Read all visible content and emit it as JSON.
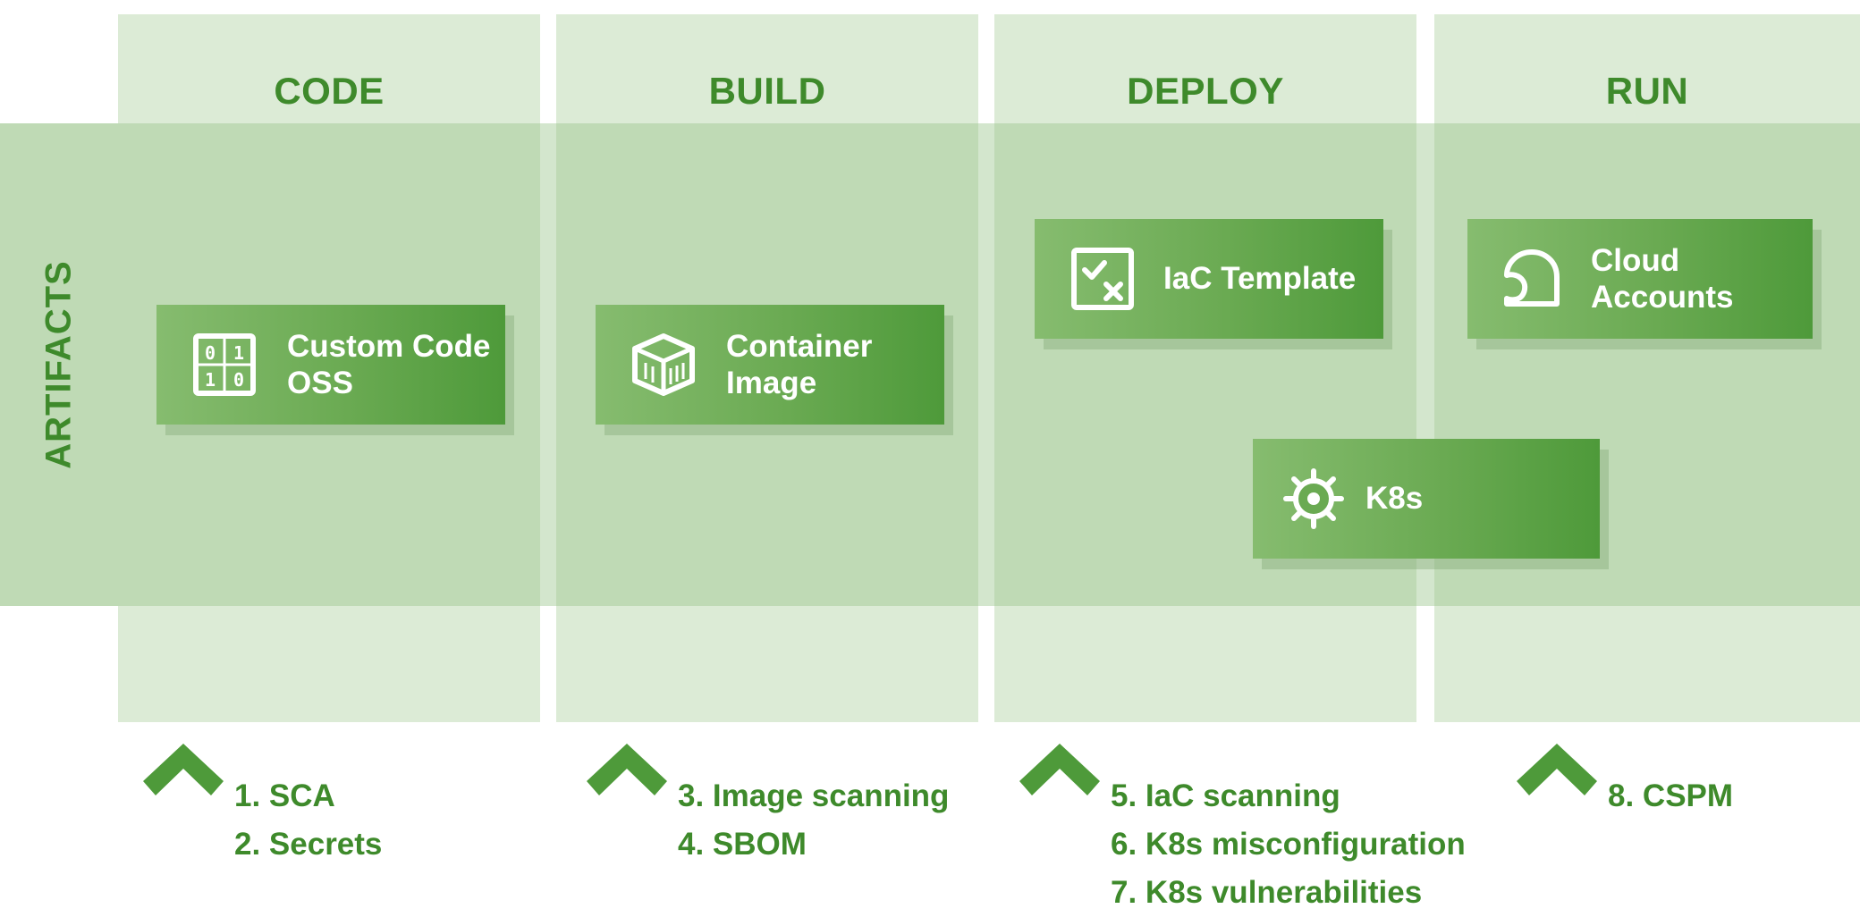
{
  "columns": [
    {
      "title": "CODE"
    },
    {
      "title": "BUILD"
    },
    {
      "title": "DEPLOY"
    },
    {
      "title": "RUN"
    }
  ],
  "band": {
    "label": "ARTIFACTS"
  },
  "artifacts": {
    "custom_code": {
      "line1": "Custom Code",
      "line2": "OSS",
      "icon": "binary-code-icon"
    },
    "container_image": {
      "line1": "Container",
      "line2": "Image",
      "icon": "container-box-icon"
    },
    "iac_template": {
      "line1": "IaC Template",
      "icon": "checklist-template-icon"
    },
    "cloud_accounts": {
      "line1": "Cloud",
      "line2": "Accounts",
      "icon": "cloud-icon"
    },
    "k8s": {
      "line1": "K8s",
      "icon": "kubernetes-helm-icon"
    }
  },
  "checks": {
    "code": [
      "1. SCA",
      "2. Secrets"
    ],
    "build": [
      "3. Image scanning",
      "4. SBOM"
    ],
    "deploy": [
      "5. IaC scanning",
      "6. K8s misconfiguration",
      "7. K8s vulnerabilities"
    ],
    "run": [
      "8. CSPM"
    ]
  },
  "colors": {
    "column_bg": "#dcebd6",
    "band_overlay": "#96c387",
    "accent": "#3e8a2b",
    "card_start": "#86bc6f",
    "card_end": "#4e9a3a"
  }
}
